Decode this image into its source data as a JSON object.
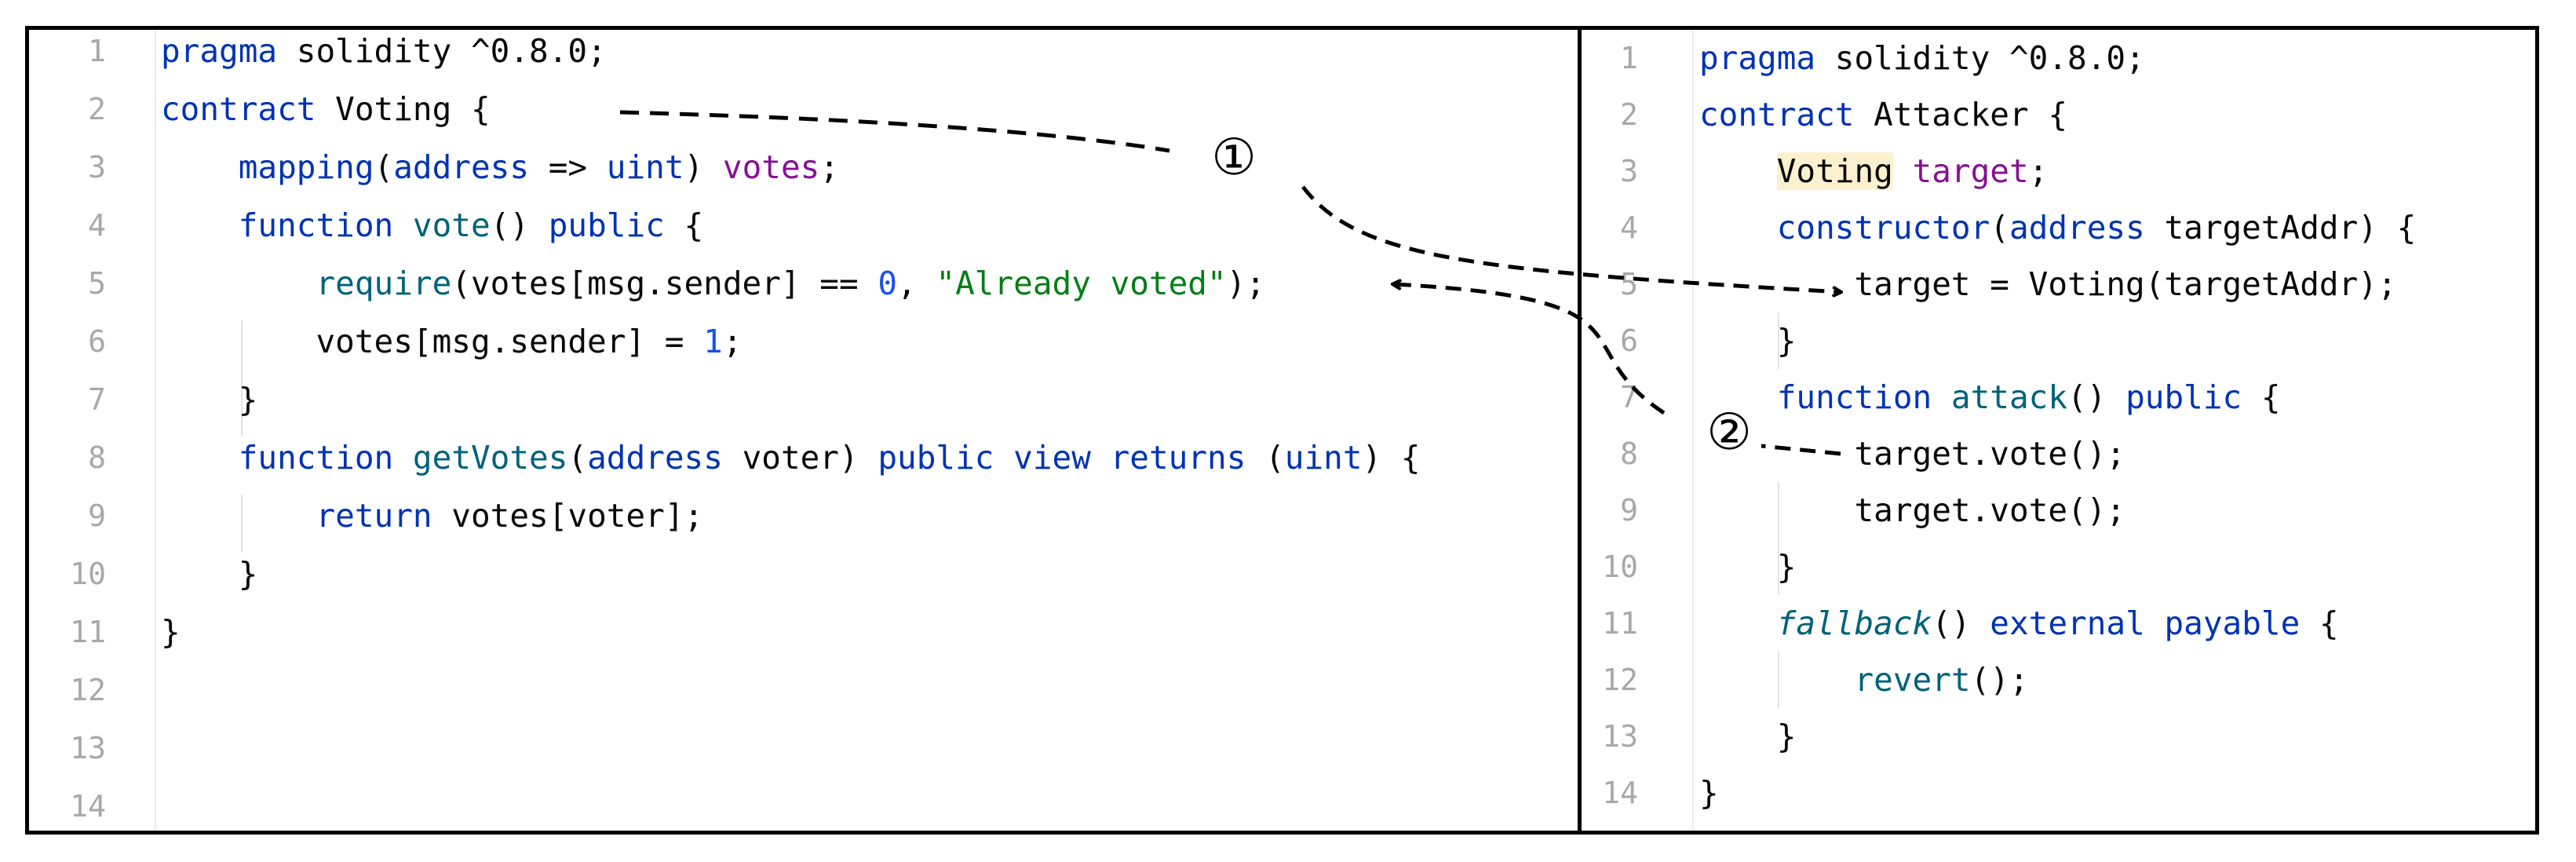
{
  "left_editor": {
    "lines": [
      {
        "n": "1",
        "tokens": [
          {
            "t": "pragma",
            "c": "kw"
          },
          {
            "t": " solidity ^0.8.0;",
            "c": "plain"
          }
        ]
      },
      {
        "n": "2",
        "tokens": [
          {
            "t": "contract",
            "c": "kw"
          },
          {
            "t": " Voting {",
            "c": "plain"
          }
        ]
      },
      {
        "n": "3",
        "tokens": [
          {
            "t": "    ",
            "c": "plain"
          },
          {
            "t": "mapping",
            "c": "kw"
          },
          {
            "t": "(",
            "c": "plain"
          },
          {
            "t": "address",
            "c": "ty"
          },
          {
            "t": " => ",
            "c": "plain"
          },
          {
            "t": "uint",
            "c": "ty"
          },
          {
            "t": ") ",
            "c": "plain"
          },
          {
            "t": "votes",
            "c": "prop"
          },
          {
            "t": ";",
            "c": "plain"
          }
        ]
      },
      {
        "n": "4",
        "tokens": [
          {
            "t": "    ",
            "c": "plain"
          },
          {
            "t": "function",
            "c": "kw"
          },
          {
            "t": " ",
            "c": "plain"
          },
          {
            "t": "vote",
            "c": "fn"
          },
          {
            "t": "() ",
            "c": "plain"
          },
          {
            "t": "public",
            "c": "kw"
          },
          {
            "t": " {",
            "c": "plain"
          }
        ]
      },
      {
        "n": "5",
        "tokens": [
          {
            "t": "        ",
            "c": "plain"
          },
          {
            "t": "require",
            "c": "fn"
          },
          {
            "t": "(votes[msg.sender] == ",
            "c": "plain"
          },
          {
            "t": "0",
            "c": "num"
          },
          {
            "t": ", ",
            "c": "plain"
          },
          {
            "t": "\"Already voted\"",
            "c": "str"
          },
          {
            "t": ");",
            "c": "plain"
          }
        ]
      },
      {
        "n": "6",
        "tokens": [
          {
            "t": "        votes[msg.sender] = ",
            "c": "plain"
          },
          {
            "t": "1",
            "c": "num"
          },
          {
            "t": ";",
            "c": "plain"
          }
        ]
      },
      {
        "n": "7",
        "tokens": [
          {
            "t": "    }",
            "c": "plain"
          }
        ]
      },
      {
        "n": "8",
        "tokens": [
          {
            "t": "    ",
            "c": "plain"
          },
          {
            "t": "function",
            "c": "kw"
          },
          {
            "t": " ",
            "c": "plain"
          },
          {
            "t": "getVotes",
            "c": "fn"
          },
          {
            "t": "(",
            "c": "plain"
          },
          {
            "t": "address",
            "c": "ty"
          },
          {
            "t": " voter) ",
            "c": "plain"
          },
          {
            "t": "public",
            "c": "kw"
          },
          {
            "t": " ",
            "c": "plain"
          },
          {
            "t": "view",
            "c": "kw"
          },
          {
            "t": " ",
            "c": "plain"
          },
          {
            "t": "returns",
            "c": "kw"
          },
          {
            "t": " (",
            "c": "plain"
          },
          {
            "t": "uint",
            "c": "ty"
          },
          {
            "t": ") {",
            "c": "plain"
          }
        ]
      },
      {
        "n": "9",
        "tokens": [
          {
            "t": "        ",
            "c": "plain"
          },
          {
            "t": "return",
            "c": "kw"
          },
          {
            "t": " votes[voter];",
            "c": "plain"
          }
        ]
      },
      {
        "n": "10",
        "tokens": [
          {
            "t": "    }",
            "c": "plain"
          }
        ]
      },
      {
        "n": "11",
        "tokens": [
          {
            "t": "}",
            "c": "plain"
          }
        ]
      },
      {
        "n": "12",
        "tokens": []
      },
      {
        "n": "13",
        "tokens": []
      },
      {
        "n": "14",
        "tokens": []
      }
    ]
  },
  "right_editor": {
    "lines": [
      {
        "n": "1",
        "tokens": [
          {
            "t": "pragma",
            "c": "kw"
          },
          {
            "t": " solidity ^0.8.0;",
            "c": "plain"
          }
        ]
      },
      {
        "n": "2",
        "tokens": [
          {
            "t": "contract",
            "c": "kw"
          },
          {
            "t": " Attacker {",
            "c": "plain"
          }
        ]
      },
      {
        "n": "3",
        "tokens": [
          {
            "t": "    ",
            "c": "plain"
          },
          {
            "t": "Voting",
            "c": "hl"
          },
          {
            "t": " ",
            "c": "plain"
          },
          {
            "t": "target",
            "c": "prop"
          },
          {
            "t": ";",
            "c": "plain"
          }
        ]
      },
      {
        "n": "4",
        "tokens": [
          {
            "t": "    ",
            "c": "plain"
          },
          {
            "t": "constructor",
            "c": "kw"
          },
          {
            "t": "(",
            "c": "plain"
          },
          {
            "t": "address",
            "c": "ty"
          },
          {
            "t": " targetAddr) {",
            "c": "plain"
          }
        ]
      },
      {
        "n": "5",
        "tokens": [
          {
            "t": "        target = Voting(targetAddr);",
            "c": "plain"
          }
        ]
      },
      {
        "n": "6",
        "tokens": [
          {
            "t": "    }",
            "c": "plain"
          }
        ]
      },
      {
        "n": "7",
        "tokens": [
          {
            "t": "    ",
            "c": "plain"
          },
          {
            "t": "function",
            "c": "kw"
          },
          {
            "t": " ",
            "c": "plain"
          },
          {
            "t": "attack",
            "c": "fn"
          },
          {
            "t": "() ",
            "c": "plain"
          },
          {
            "t": "public",
            "c": "kw"
          },
          {
            "t": " {",
            "c": "plain"
          }
        ]
      },
      {
        "n": "8",
        "tokens": [
          {
            "t": "        target.vote();",
            "c": "plain"
          }
        ]
      },
      {
        "n": "9",
        "tokens": [
          {
            "t": "        target.vote();",
            "c": "plain"
          }
        ]
      },
      {
        "n": "10",
        "tokens": [
          {
            "t": "    }",
            "c": "plain"
          }
        ]
      },
      {
        "n": "11",
        "tokens": [
          {
            "t": "    ",
            "c": "plain"
          },
          {
            "t": "fallback",
            "c": "it"
          },
          {
            "t": "() ",
            "c": "plain"
          },
          {
            "t": "external",
            "c": "kw"
          },
          {
            "t": " ",
            "c": "plain"
          },
          {
            "t": "payable",
            "c": "kw"
          },
          {
            "t": " {",
            "c": "plain"
          }
        ]
      },
      {
        "n": "12",
        "tokens": [
          {
            "t": "        ",
            "c": "plain"
          },
          {
            "t": "revert",
            "c": "fn"
          },
          {
            "t": "();",
            "c": "plain"
          }
        ]
      },
      {
        "n": "13",
        "tokens": [
          {
            "t": "    }",
            "c": "plain"
          }
        ]
      },
      {
        "n": "14",
        "tokens": [
          {
            "t": "}",
            "c": "plain"
          }
        ]
      }
    ]
  },
  "annotations": {
    "marker_1": "①",
    "marker_2": "②"
  }
}
